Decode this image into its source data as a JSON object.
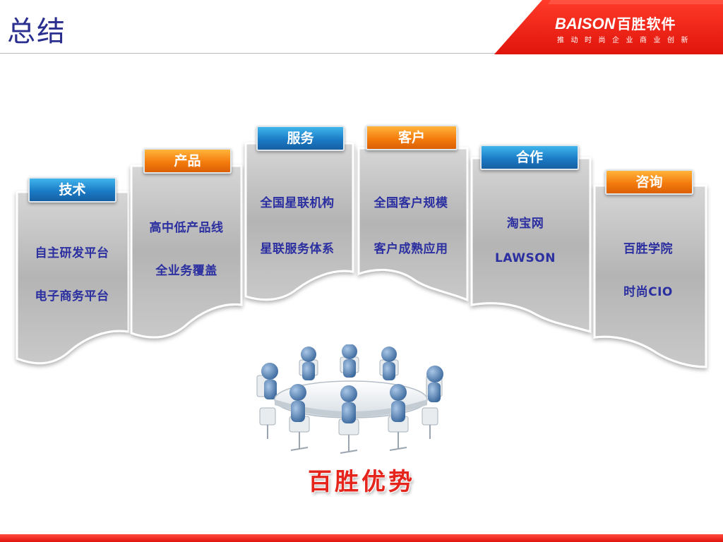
{
  "header": {
    "title": "总结",
    "brand_logo_text": "BAISON",
    "brand_cn": "百胜软件",
    "brand_slogan": "推动时尚企业商业创新",
    "accent_red": "#e0140b"
  },
  "cards": [
    {
      "tag": "技术",
      "tag_color": "blue",
      "lines": [
        "自主研发平台",
        "电子商务平台"
      ]
    },
    {
      "tag": "产品",
      "tag_color": "orange",
      "lines": [
        "高中低产品线",
        "全业务覆盖"
      ]
    },
    {
      "tag": "服务",
      "tag_color": "blue",
      "lines": [
        "全国星联机构",
        "星联服务体系"
      ]
    },
    {
      "tag": "客户",
      "tag_color": "orange",
      "lines": [
        "全国客户规模",
        "客户成熟应用"
      ]
    },
    {
      "tag": "合作",
      "tag_color": "blue",
      "lines": [
        "淘宝网",
        "LAWSON"
      ]
    },
    {
      "tag": "咨询",
      "tag_color": "orange",
      "lines": [
        "百胜学院",
        "时尚CIO"
      ]
    }
  ],
  "footer": {
    "advantage_title": "百胜优势"
  },
  "icons": [
    "meeting-table-figures-icon"
  ]
}
